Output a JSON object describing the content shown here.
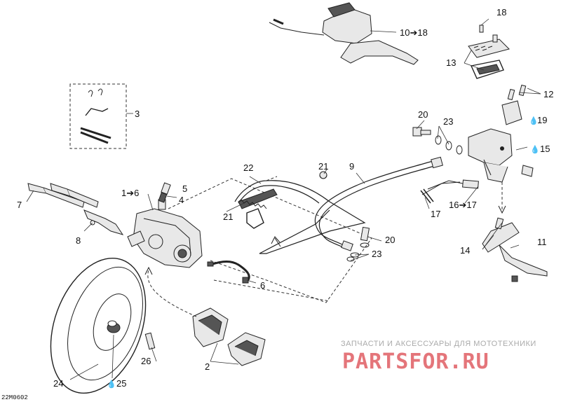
{
  "labels": {
    "l1_6": "1➔6",
    "l2": "2",
    "l3": "3",
    "l4": "4",
    "l5": "5",
    "l6": "6",
    "l7": "7",
    "l8": "8",
    "l9": "9",
    "l10_18": "10➔18",
    "l11": "11",
    "l12": "12",
    "l13": "13",
    "l14": "14",
    "l15": "15",
    "l16_17": "16➔17",
    "l17": "17",
    "l18": "18",
    "l19": "19",
    "l20a": "20",
    "l20b": "20",
    "l21a": "21",
    "l21b": "21",
    "l22": "22",
    "l23a": "23",
    "l23b": "23",
    "l24": "24",
    "l25": "25",
    "l26": "26"
  },
  "figure_ref": "22M0602",
  "watermark": {
    "tagline": "ЗАПЧАСТИ И АКСЕССУАРЫ ДЛЯ МОТОТЕХНИКИ",
    "brand": "PARTSFOR.RU"
  },
  "symbols": {
    "drop": "💧"
  }
}
